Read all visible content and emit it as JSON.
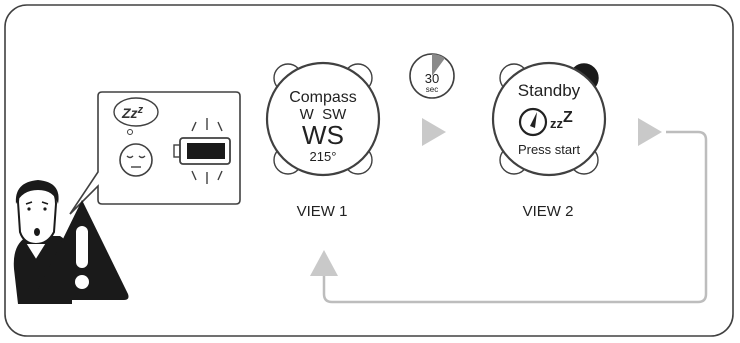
{
  "sleep_bubble": {
    "zzz": "Zz",
    "zzz_sup": "z"
  },
  "timer": {
    "value": "30",
    "unit": "sec",
    "elapsed_fraction": 0.1
  },
  "view1": {
    "line1": "Compass",
    "line2": "W  SW",
    "line3": "WS",
    "line4": "215°",
    "label": "VIEW 1"
  },
  "view2": {
    "line1": "Standby",
    "zzz": "zz",
    "zzz_big": "Z",
    "line3": "Press start",
    "label": "VIEW 2"
  },
  "colors": {
    "stroke": "#404040",
    "arrow": "#c9c9c9",
    "line": "#bdbdbd",
    "accent_dark": "#1a1a1a"
  }
}
